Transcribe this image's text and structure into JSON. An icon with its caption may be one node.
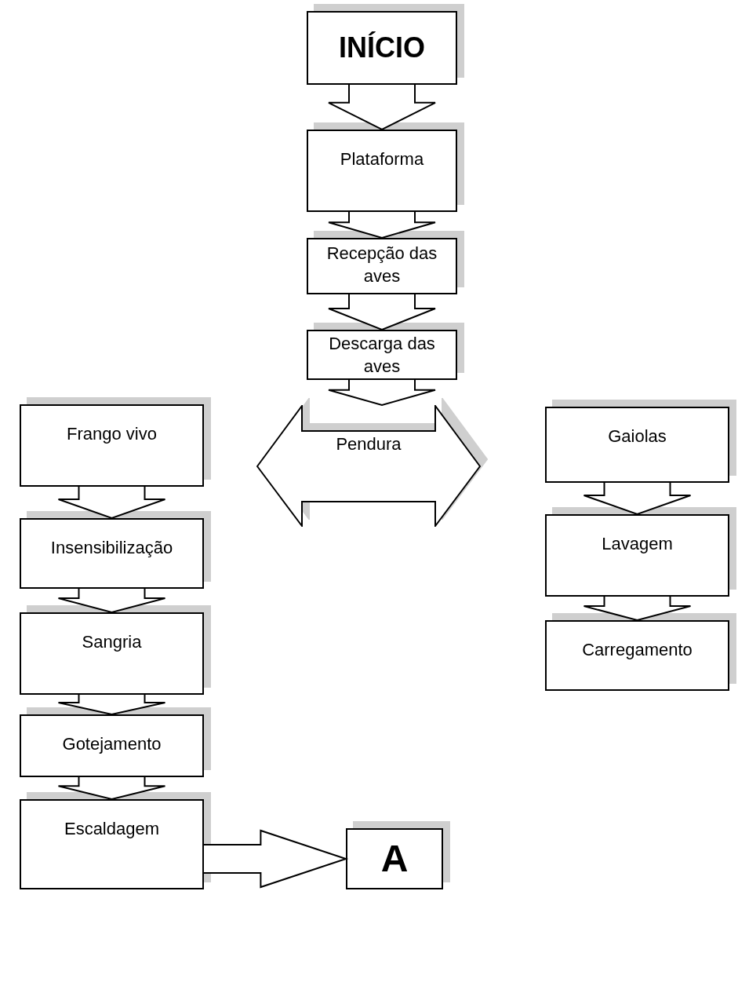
{
  "diagram": {
    "nodes": [
      {
        "text": [
          "INÍCIO"
        ]
      },
      {
        "text": [
          "Plataforma"
        ]
      },
      {
        "text": [
          "Recepção das aves"
        ]
      },
      {
        "text": [
          "Descarga das aves"
        ]
      },
      {
        "text": [
          "Pendura"
        ]
      },
      {
        "text": [
          "Frango vivo"
        ]
      },
      {
        "text": [
          "Insensibilização"
        ]
      },
      {
        "text": [
          "Sangria"
        ]
      },
      {
        "text": [
          "Gotejamento"
        ]
      },
      {
        "text": [
          "Escaldagem"
        ]
      },
      {
        "text": [
          "A"
        ]
      },
      {
        "text": [
          "Gaiolas"
        ]
      },
      {
        "text": [
          "Lavagem"
        ]
      },
      {
        "text": [
          "Carregamento"
        ]
      }
    ],
    "edges": [
      {
        "from": 0,
        "to": 1,
        "arrow": "to"
      },
      {
        "from": 1,
        "to": 2,
        "arrow": "to"
      },
      {
        "from": 2,
        "to": 3,
        "arrow": "to"
      },
      {
        "from": 3,
        "to": 4,
        "arrow": "to"
      },
      {
        "from": 5,
        "to": 6,
        "arrow": "to"
      },
      {
        "from": 6,
        "to": 7,
        "arrow": "to"
      },
      {
        "from": 7,
        "to": 8,
        "arrow": "to"
      },
      {
        "from": 8,
        "to": 9,
        "arrow": "to"
      },
      {
        "from": 9,
        "to": 10,
        "arrow": "to"
      },
      {
        "from": 11,
        "to": 12,
        "arrow": "to"
      },
      {
        "from": 12,
        "to": 13,
        "arrow": "to"
      }
    ]
  }
}
